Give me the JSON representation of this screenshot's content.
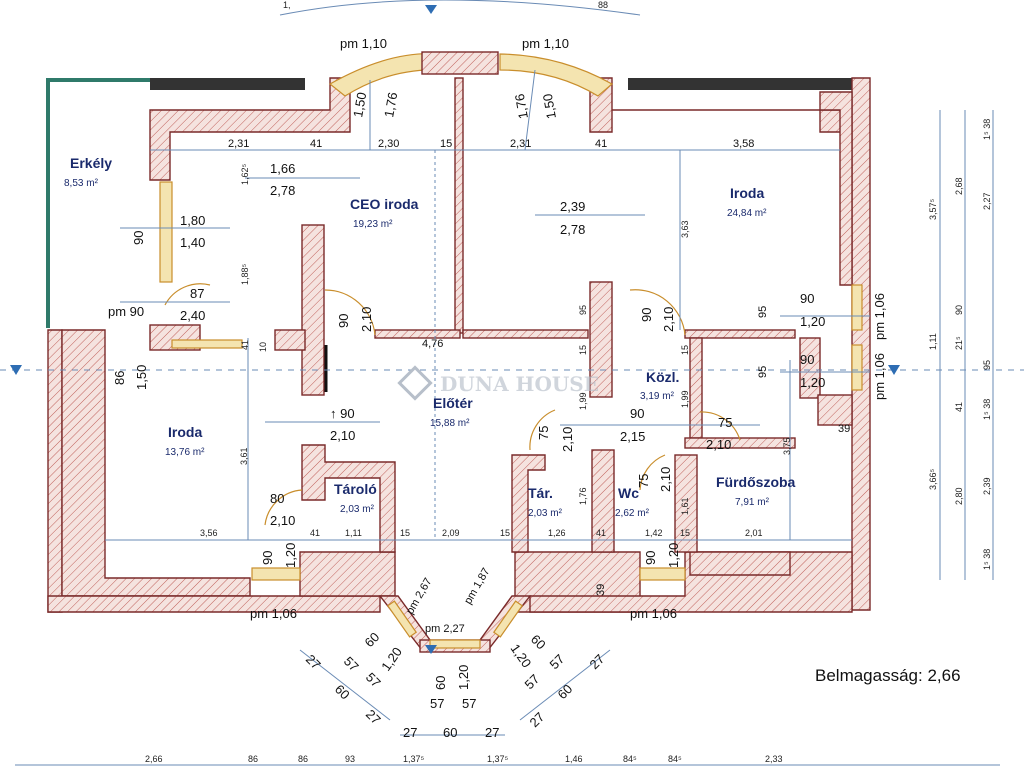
{
  "rooms": {
    "erkely": {
      "name": "Erkély",
      "area": "8,53 m²"
    },
    "ceo": {
      "name": "CEO iroda",
      "area": "19,23 m²"
    },
    "iroda_r": {
      "name": "Iroda",
      "area": "24,84 m²"
    },
    "iroda_l": {
      "name": "Iroda",
      "area": "13,76 m²"
    },
    "eloter": {
      "name": "Előtér",
      "area": "15,88 m²"
    },
    "kozl": {
      "name": "Közl.",
      "area": "3,19 m²"
    },
    "tarolo": {
      "name": "Tároló",
      "area": "2,03 m²"
    },
    "tar": {
      "name": "Tár.",
      "area": "2,03 m²"
    },
    "wc": {
      "name": "Wc",
      "area": "2,62 m²"
    },
    "furdo": {
      "name": "Fürdőszoba",
      "area": "7,91 m²"
    }
  },
  "ceiling_height": "Belmagasság: 2,66",
  "watermark": "DUNA HOUSE",
  "labels": {
    "pm110_a": "pm 1,10",
    "pm110_b": "pm 1,10",
    "pm90": "pm 90",
    "pm106_a": "pm 1,06",
    "pm106_b": "pm 1,06",
    "pm106_c": "pm 1,06",
    "pm106_d": "pm 1,06",
    "pm267": "pm 2,67",
    "pm187": "pm 1,87",
    "pm227": "pm 2,27",
    "w176a": "1,76",
    "w150a": "1,50",
    "w176b": "1,76",
    "w150b": "1,50",
    "top_231a": "2,31",
    "top_41a": "41",
    "top_230": "2,30",
    "top_15": "15",
    "top_231b": "2,31",
    "top_41b": "41",
    "top_358": "3,58",
    "ceo_166": "1,66",
    "ceo_278": "2,78",
    "r_239": "2,39",
    "r_278": "2,78",
    "v_162": "1,62⁵",
    "v_188": "1,88⁵",
    "v_90": "90",
    "e_180": "1,80",
    "e_140": "1,40",
    "e_87": "87",
    "e_240": "2,40",
    "d_90a": "90",
    "d_210a": "2,10",
    "d_41": "41",
    "d_10": "10",
    "d_476": "4,76",
    "d_95a": "95",
    "d_15a": "15",
    "d_199a": "1,99",
    "d_90b": "90",
    "d_210b": "2,10",
    "d_15b": "15",
    "d_199b": "1,99",
    "d_363": "3,63",
    "w_95a": "95",
    "w_90a": "90",
    "w_120a": "1,20",
    "w_95b": "95",
    "w_90b": "90",
    "w_120b": "1,20",
    "l_86": "86",
    "l_150": "1,50",
    "l_361": "3,61",
    "s_90": "↑ 90",
    "s_210": "2,10",
    "t_80": "80",
    "t_210": "2,10",
    "k_90": "90",
    "k_215": "2,15",
    "k_75a": "75",
    "k_210a": "2,10",
    "k_75b": "75",
    "k_210b": "2,10",
    "k_75c": "75",
    "k_210c": "2,10",
    "k_176": "1,76",
    "k_161": "1,61",
    "k_375": "3,75",
    "k_39": "39",
    "b_356": "3,56",
    "b_41a": "41",
    "b_111": "1,11",
    "b_15a": "15",
    "b_209": "2,09",
    "b_15b": "15",
    "b_126": "1,26",
    "b_41b": "41",
    "b_142": "1,42",
    "b_15c": "15",
    "b_201": "2,01",
    "bw_90a": "90",
    "bw_120a": "1,20",
    "bw_90b": "90",
    "bw_120b": "1,20",
    "b_39": "39",
    "bay_60a": "60",
    "bay_120a": "1,20",
    "bay_60b": "60",
    "bay_120b": "1,20",
    "bay_60c": "60",
    "bay_120c": "1,20",
    "bay_57a": "57",
    "bay_57b": "57",
    "bay_57c": "57",
    "bay_57d": "57",
    "bay_57e": "57",
    "bay_57f": "57",
    "bay_27a": "27",
    "bay_27b": "27",
    "bay_27c": "27",
    "bay_27d": "27",
    "bay_27e": "27",
    "bay_27f": "27",
    "bay_60d": "60",
    "bay_60e": "60",
    "bay_60f": "60",
    "right_357": "3,57⁵",
    "right_268": "2,68",
    "right_227": "2,27",
    "right_138a": "1⁵ 38",
    "right_111": "1,11",
    "right_90": "90",
    "right_366": "3,66⁵",
    "right_280": "2,80",
    "right_239": "2,39",
    "right_138b": "1⁵ 38",
    "right_138c": "1⁵ 38",
    "right_41": "41",
    "right_95": "95",
    "right_21": "21⁵",
    "bottom_266": "2,66",
    "bottom_86a": "86",
    "bottom_86b": "86",
    "bottom_93": "93",
    "bottom_137a": "1,37⁵",
    "bottom_137b": "1,37⁵",
    "bottom_146": "1,46",
    "bottom_84a": "84⁵",
    "bottom_84b": "84⁵",
    "bottom_233": "2,33",
    "top_partial_a": "1,",
    "top_partial_b": "88"
  }
}
